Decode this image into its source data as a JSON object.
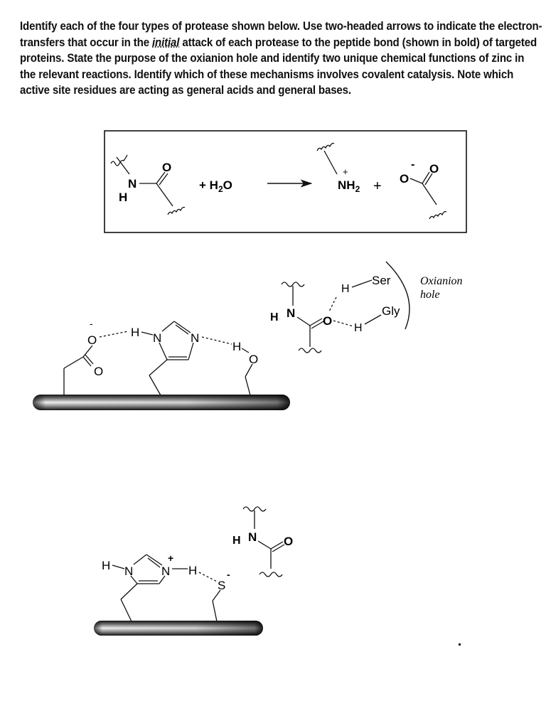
{
  "instructions": {
    "part1": "Identify each of the four types of protease shown below. Use two-headed arrows to indicate the electron-transfers that occur in the ",
    "emphasis": "initial",
    "part2": " attack of each protease to the peptide bond (shown in bold) of targeted proteins. State the purpose of the oxianion hole and identify two unique chemical functions of zinc in the relevant reactions. Identify which of these mechanisms involves covalent catalysis.  Note which active site residues are acting as general acids and general bases."
  },
  "reaction_box": {
    "reactant_atoms": {
      "N": "N",
      "H": "H",
      "O": "O"
    },
    "plus_water": "+ H",
    "water_sub": "2",
    "water_o": "O",
    "arrow": "→",
    "product_amine": "NH",
    "amine_sub": "2",
    "amine_charge": "+",
    "plus": "+",
    "carboxylate_o": "O",
    "carboxylate_charge": "-",
    "carboxylate_o2": "O"
  },
  "serine_protease": {
    "substrate": {
      "H": "H",
      "N": "N",
      "O": "O"
    },
    "oxianion_hole": {
      "h1": "H",
      "ser": "Ser",
      "h2": "H",
      "gly": "Gly",
      "label_line1": "Oxianion",
      "label_line2": "hole"
    },
    "catalytic_triad": {
      "asp_o_minus": "O",
      "asp_charge": "-",
      "asp_o": "O",
      "his_h": "H",
      "his_n1": "N",
      "his_n3": "N",
      "ser_h": "H",
      "ser_o": "O"
    }
  },
  "cysteine_protease": {
    "substrate": {
      "H": "H",
      "N": "N",
      "O": "O"
    },
    "his": {
      "h_left": "H",
      "n1": "N",
      "n3": "N",
      "charge": "+",
      "h_right": "H"
    },
    "cys": {
      "s": "S",
      "charge": "-"
    }
  }
}
